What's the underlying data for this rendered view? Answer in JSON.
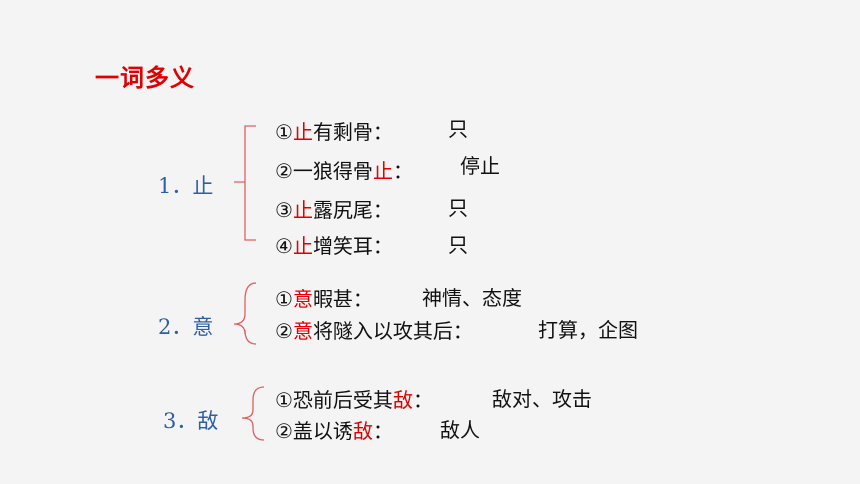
{
  "title": "一词多义",
  "groups": [
    {
      "number": "1．止",
      "items": [
        {
          "prefix": "①",
          "word": "止",
          "rest": "有剩骨：",
          "meaning": "只"
        },
        {
          "prefix": "②一狼得骨",
          "word": "止",
          "rest": "：",
          "meaning": "停止"
        },
        {
          "prefix": "③",
          "word": "止",
          "rest": "露尻尾：",
          "meaning": "只"
        },
        {
          "prefix": "④",
          "word": "止",
          "rest": "增笑耳：",
          "meaning": "只"
        }
      ]
    },
    {
      "number": "2．意",
      "items": [
        {
          "prefix": "①",
          "word": "意",
          "rest": "暇甚：",
          "meaning": "神情、态度"
        },
        {
          "prefix": "②",
          "word": "意",
          "rest": "将隧入以攻其后：",
          "meaning": "打算，企图"
        }
      ]
    },
    {
      "number": "3．敌",
      "items": [
        {
          "prefix": "①恐前后受其",
          "word": "敌",
          "rest": "：",
          "meaning": "敌对、攻击"
        },
        {
          "prefix": "②盖以诱",
          "word": "敌",
          "rest": "：",
          "meaning": "敌人"
        }
      ]
    }
  ],
  "colors": {
    "highlight": "#e00000",
    "number": "#2e5fa3",
    "bracket": "#e06060",
    "background": "#f4f4f4"
  }
}
